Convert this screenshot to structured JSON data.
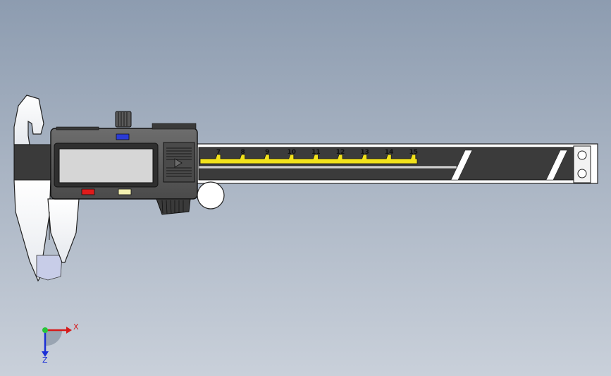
{
  "scene": {
    "object": "digital-caliper",
    "view": "front",
    "background_top": "#8d9cb0",
    "background_bottom": "#c9d0da"
  },
  "scale": {
    "numbers": [
      "7",
      "8",
      "9",
      "10",
      "11",
      "12",
      "13",
      "14",
      "15"
    ],
    "color": "#f2e21b"
  },
  "display": {
    "lcd_color": "#d6d6d6",
    "buttons": [
      {
        "name": "top-button",
        "color": "#2a3bd6"
      },
      {
        "name": "left-button",
        "color": "#e01b1b"
      },
      {
        "name": "right-button",
        "color": "#f3f0b0"
      }
    ]
  },
  "triad": {
    "x_label": "X",
    "z_label": "Z",
    "x_color": "#d61a1a",
    "z_color": "#1a2fd6",
    "origin_color": "#27c43a"
  }
}
